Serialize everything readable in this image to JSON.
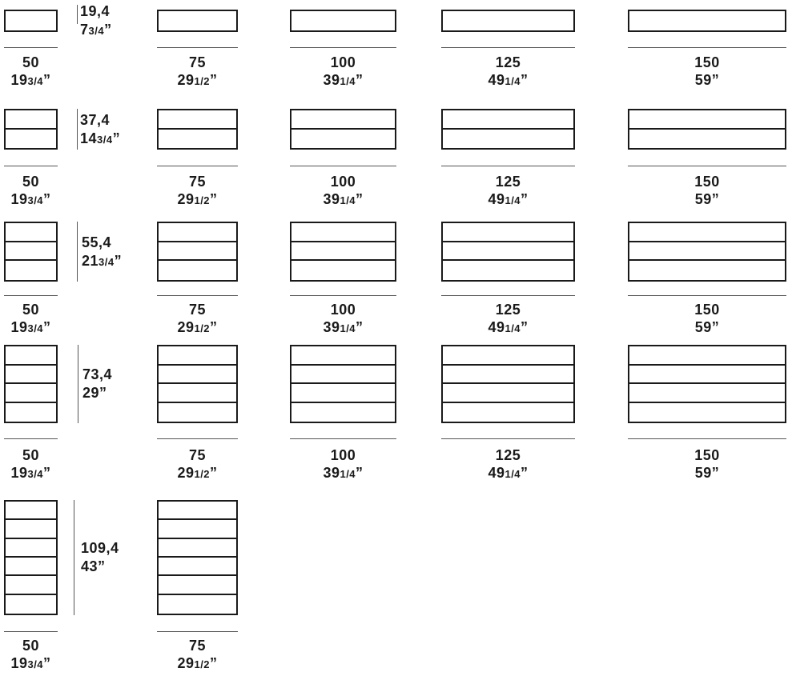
{
  "rows": [
    {
      "drawers": 1,
      "height": {
        "cm": "19,4",
        "inch": "7",
        "inch_frac": "3/4",
        "inch_unit": "”"
      },
      "widths": [
        {
          "cm": "50",
          "inch": "19",
          "inch_frac": "3/4",
          "inch_unit": "”"
        },
        {
          "cm": "75",
          "inch": "29",
          "inch_frac": "1/2",
          "inch_unit": "”"
        },
        {
          "cm": "100",
          "inch": "39",
          "inch_frac": "1/4",
          "inch_unit": "”"
        },
        {
          "cm": "125",
          "inch": "49",
          "inch_frac": "1/4",
          "inch_unit": "”"
        },
        {
          "cm": "150",
          "inch": "59",
          "inch_frac": "",
          "inch_unit": "”"
        }
      ]
    },
    {
      "drawers": 2,
      "height": {
        "cm": "37,4",
        "inch": "14",
        "inch_frac": "3/4",
        "inch_unit": "”"
      },
      "widths": [
        {
          "cm": "50",
          "inch": "19",
          "inch_frac": "3/4",
          "inch_unit": "”"
        },
        {
          "cm": "75",
          "inch": "29",
          "inch_frac": "1/2",
          "inch_unit": "”"
        },
        {
          "cm": "100",
          "inch": "39",
          "inch_frac": "1/4",
          "inch_unit": "”"
        },
        {
          "cm": "125",
          "inch": "49",
          "inch_frac": "1/4",
          "inch_unit": "”"
        },
        {
          "cm": "150",
          "inch": "59",
          "inch_frac": "",
          "inch_unit": "”"
        }
      ]
    },
    {
      "drawers": 3,
      "height": {
        "cm": "55,4",
        "inch": "21",
        "inch_frac": "3/4",
        "inch_unit": "”"
      },
      "widths": [
        {
          "cm": "50",
          "inch": "19",
          "inch_frac": "3/4",
          "inch_unit": "”"
        },
        {
          "cm": "75",
          "inch": "29",
          "inch_frac": "1/2",
          "inch_unit": "”"
        },
        {
          "cm": "100",
          "inch": "39",
          "inch_frac": "1/4",
          "inch_unit": "”"
        },
        {
          "cm": "125",
          "inch": "49",
          "inch_frac": "1/4",
          "inch_unit": "”"
        },
        {
          "cm": "150",
          "inch": "59",
          "inch_frac": "",
          "inch_unit": "”"
        }
      ]
    },
    {
      "drawers": 4,
      "height": {
        "cm": "73,4",
        "inch": "29",
        "inch_frac": "",
        "inch_unit": "”"
      },
      "widths": [
        {
          "cm": "50",
          "inch": "19",
          "inch_frac": "3/4",
          "inch_unit": "”"
        },
        {
          "cm": "75",
          "inch": "29",
          "inch_frac": "1/2",
          "inch_unit": "”"
        },
        {
          "cm": "100",
          "inch": "39",
          "inch_frac": "1/4",
          "inch_unit": "”"
        },
        {
          "cm": "125",
          "inch": "49",
          "inch_frac": "1/4",
          "inch_unit": "”"
        },
        {
          "cm": "150",
          "inch": "59",
          "inch_frac": "",
          "inch_unit": "”"
        }
      ]
    },
    {
      "drawers": 6,
      "height": {
        "cm": "109,4",
        "inch": "43",
        "inch_frac": "",
        "inch_unit": "”"
      },
      "widths": [
        {
          "cm": "50",
          "inch": "19",
          "inch_frac": "3/4",
          "inch_unit": "”"
        },
        {
          "cm": "75",
          "inch": "29",
          "inch_frac": "1/2",
          "inch_unit": "”"
        }
      ]
    }
  ]
}
